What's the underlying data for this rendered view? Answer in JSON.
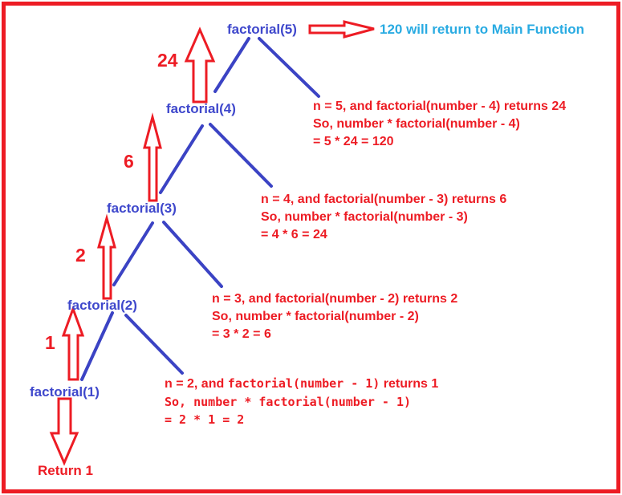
{
  "colors": {
    "red": "#ed1c24",
    "line-blue": "#3b43c4",
    "node-blue": "#3f48cc",
    "cyan": "#29abe2",
    "bg": "#ffffff"
  },
  "nodes": [
    {
      "label": "factorial(5)"
    },
    {
      "label": "factorial(4)"
    },
    {
      "label": "factorial(3)"
    },
    {
      "label": "factorial(2)"
    },
    {
      "label": "factorial(1)"
    }
  ],
  "return_values": [
    {
      "label": "24"
    },
    {
      "label": "6"
    },
    {
      "label": "2"
    },
    {
      "label": "1"
    }
  ],
  "main_return": "120 will return to Main Function",
  "base_case": "Return 1",
  "annotations": [
    {
      "lines": [
        "n = 5, and factorial(number - 4) returns 24",
        "So, number * factorial(number - 4)",
        "= 5 * 24 = 120"
      ]
    },
    {
      "lines": [
        "n = 4, and factorial(number - 3) returns 6",
        "So, number * factorial(number - 3)",
        "= 4 * 6 = 24"
      ]
    },
    {
      "lines": [
        "n = 3, and factorial(number - 2) returns 2",
        "So, number * factorial(number - 2)",
        "= 3 * 2 = 6"
      ]
    },
    {
      "line1": {
        "prefix": "n = 2, and ",
        "code": "factorial(number - 1)",
        "suffix": " returns 1"
      },
      "line2": "So, number * factorial(number - 1)",
      "line3": "= 2 * 1 = 2"
    }
  ]
}
